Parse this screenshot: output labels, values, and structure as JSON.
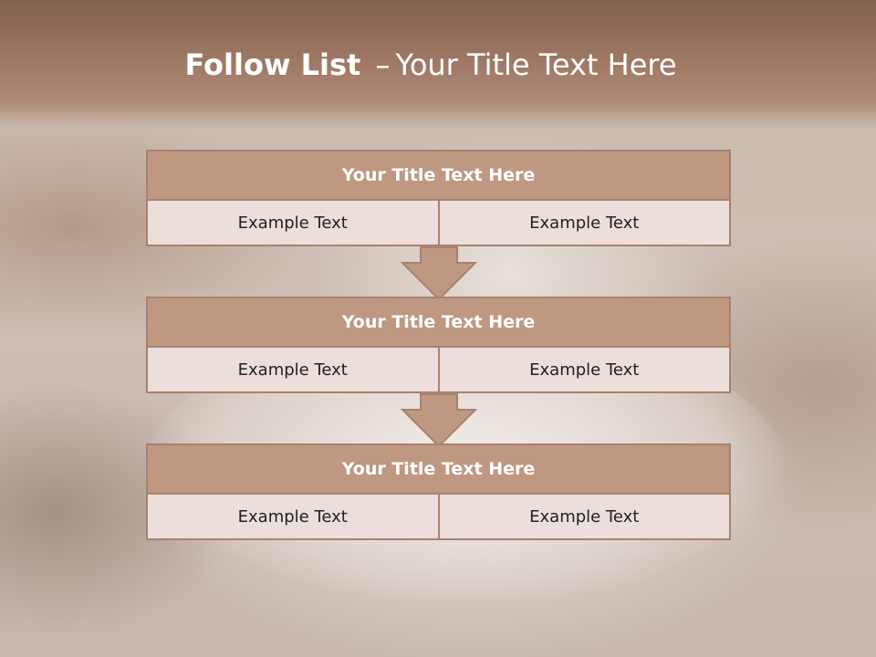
{
  "slide": {
    "title_bold": "Follow List",
    "title_dash": "–",
    "title_rest": "Your Title Text Here"
  },
  "blocks": [
    {
      "header": "Your Title Text Here",
      "left": "Example Text",
      "right": "Example Text"
    },
    {
      "header": "Your Title Text Here",
      "left": "Example Text",
      "right": "Example Text"
    },
    {
      "header": "Your Title Text Here",
      "left": "Example Text",
      "right": "Example Text"
    }
  ],
  "colors": {
    "header_fill": "#bf9882",
    "border": "#a8826e",
    "cell_fill": "#ebdedb",
    "title_band": "#9d7764"
  }
}
